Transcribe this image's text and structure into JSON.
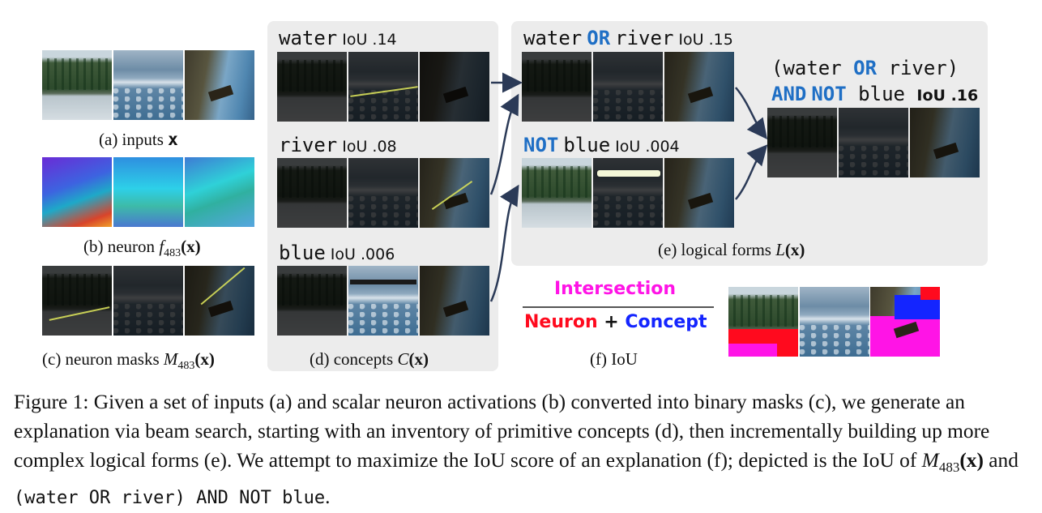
{
  "panels": {
    "a": {
      "label_prefix": "(a) inputs ",
      "label_var": "x"
    },
    "b": {
      "label_prefix": "(b) neuron ",
      "label_var": "f",
      "label_sub": "483",
      "label_arg": "(x)"
    },
    "c": {
      "label_prefix": "(c) neuron masks ",
      "label_var": "M",
      "label_sub": "483",
      "label_arg": "(x)"
    },
    "d": {
      "label_prefix": "(d) concepts ",
      "label_var": "C",
      "label_arg": "(x)",
      "concepts": [
        {
          "name": "water",
          "iou": "IoU .14"
        },
        {
          "name": "river",
          "iou": "IoU .08"
        },
        {
          "name": "blue",
          "iou": "IoU .006"
        }
      ]
    },
    "e": {
      "label_prefix": "(e) logical forms ",
      "label_var": "L",
      "label_arg": "(x)",
      "form1": {
        "a": "water",
        "op": "OR",
        "b": "river",
        "iou": "IoU .15"
      },
      "form2": {
        "op": "NOT",
        "b": "blue",
        "iou": "IoU .004"
      },
      "final": {
        "line1_open": "(water ",
        "line1_op": "OR",
        "line1_close": " river)",
        "line2_op1": "AND",
        "line2_op2": "NOT",
        "line2_word": " blue ",
        "iou": "IoU .16"
      }
    },
    "f": {
      "label": "(f) IoU",
      "numerator": "Intersection",
      "denominator_a": "Neuron",
      "denominator_plus": " + ",
      "denominator_b": "Concept"
    }
  },
  "colors": {
    "keyword": "#1f6fc5",
    "intersection": "#ff14e6",
    "neuron": "#ff0a1e",
    "concept": "#1425ff",
    "panel_bg": "#ececec"
  },
  "caption": {
    "part1": "Figure 1: Given a set of inputs (a) and scalar neuron activations (b) converted into binary masks (c), we generate an explanation via beam search, starting with an inventory of primitive concepts (d), then incrementally building up more complex logical forms (e). We attempt to maximize the IoU score of an explanation (f); depicted is the IoU of ",
    "math_var": "M",
    "math_sub": "483",
    "math_arg": "(x)",
    "part2": " and ",
    "code": "(water OR river) AND NOT blue",
    "part3": "."
  }
}
